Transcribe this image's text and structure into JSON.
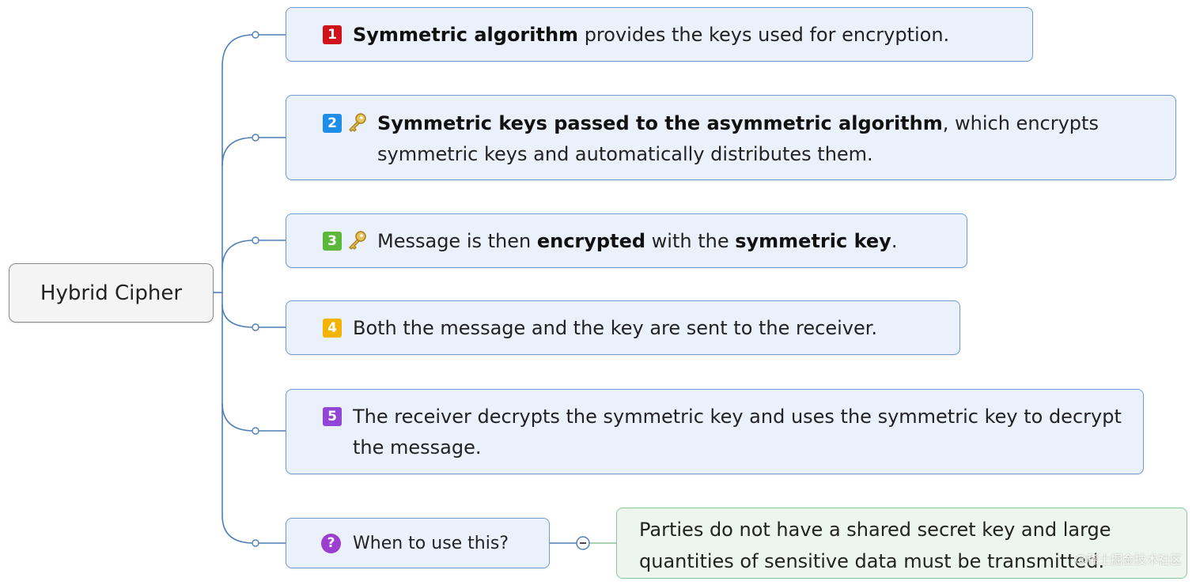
{
  "root": {
    "label": "Hybrid Cipher"
  },
  "steps": [
    {
      "badge": "1",
      "parts": [
        {
          "text": "Symmetric algorithm",
          "bold": true
        },
        {
          "text": " provides the keys used for encryption.",
          "bold": false
        }
      ]
    },
    {
      "badge": "2",
      "icon": "key-icon",
      "parts": [
        {
          "text": "Symmetric keys passed to the asymmetric algorithm",
          "bold": true
        },
        {
          "text": ", which encrypts symmetric keys and automatically distributes them.",
          "bold": false
        }
      ]
    },
    {
      "badge": "3",
      "icon": "key-icon",
      "parts": [
        {
          "text": "Message is then ",
          "bold": false
        },
        {
          "text": "encrypted",
          "bold": true
        },
        {
          "text": " with the ",
          "bold": false
        },
        {
          "text": "symmetric key",
          "bold": true
        },
        {
          "text": ".",
          "bold": false
        }
      ]
    },
    {
      "badge": "4",
      "parts": [
        {
          "text": "Both the message and the key are sent to the receiver.",
          "bold": false
        }
      ]
    },
    {
      "badge": "5",
      "parts": [
        {
          "text": "The receiver decrypts the symmetric key and uses the symmetric key to decrypt the message.",
          "bold": false
        }
      ]
    }
  ],
  "question": {
    "icon": "question-icon",
    "badge": "?",
    "label": "When to use this?"
  },
  "note": {
    "text": "Parties do not have a shared secret key and large quantities of sensitive data must be transmitted."
  },
  "collapse_symbol": "−",
  "watermark": "@稀土掘金技术社区",
  "colors": {
    "connector": "#4f7fb8",
    "node_fill": "#eaf1fb",
    "node_border": "#6f9bd0",
    "note_fill": "#ecf6ee",
    "note_border": "#8cc59b",
    "badge_1": "#d0121b",
    "badge_2": "#1d8de8",
    "badge_3": "#5cb83a",
    "badge_4": "#f2b400",
    "badge_5": "#9146d8",
    "question": "#9c3fd0"
  }
}
